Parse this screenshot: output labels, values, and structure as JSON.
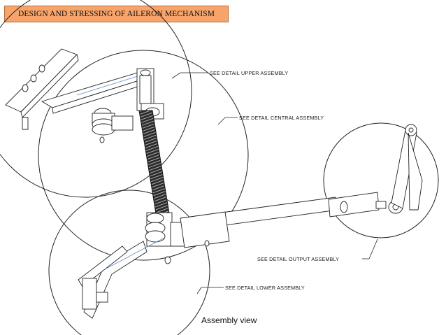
{
  "header": {
    "title": "DESIGN AND STRESSING OF AILERON MECHANISM",
    "colors": {
      "fill": "#f7a46a",
      "border": "#b46a36"
    }
  },
  "callouts": {
    "upper": "SEE DETAIL  UPPER ASSEMBLY",
    "central": "SEE DETAIL  CENTRAL ASSEMBLY",
    "output": "SEE DETAIL  OUTPUT ASSEMBLY",
    "lower": "SEE DETAIL  LOWER ASSEMBLY"
  },
  "caption": "Assembly view"
}
